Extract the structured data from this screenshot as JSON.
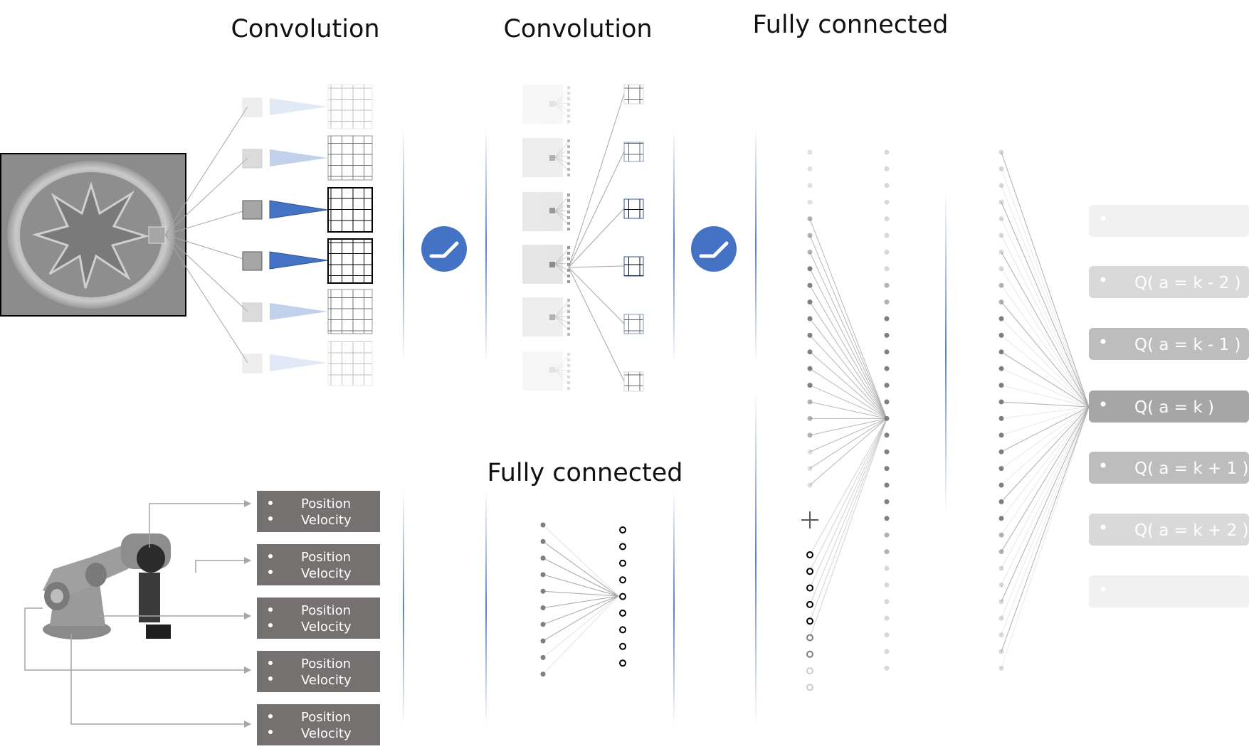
{
  "titles": {
    "conv1": "Convolution",
    "conv2": "Convolution",
    "fc_top": "Fully connected",
    "fc_bottom": "Fully connected"
  },
  "sensor_image": {
    "name": "weld-pool-grayscale-image"
  },
  "robot": {
    "name": "robot-arm-image"
  },
  "joint_states": [
    {
      "line1": "Position",
      "line2": "Velocity"
    },
    {
      "line1": "Position",
      "line2": "Velocity"
    },
    {
      "line1": "Position",
      "line2": "Velocity"
    },
    {
      "line1": "Position",
      "line2": "Velocity"
    },
    {
      "line1": "Position",
      "line2": "Velocity"
    }
  ],
  "activation_icon": "relu-icon",
  "merge_icon": "plus-icon",
  "outputs": [
    {
      "label": "",
      "shade": "#f1f1f1"
    },
    {
      "label": "Q( a = k - 2 )",
      "shade": "#d9d9d9"
    },
    {
      "label": "Q( a = k - 1 )",
      "shade": "#bdbdbd"
    },
    {
      "label": "Q( a = k )",
      "shade": "#a6a6a6"
    },
    {
      "label": "Q( a = k + 1 )",
      "shade": "#bdbdbd"
    },
    {
      "label": "Q( a = k + 2 )",
      "shade": "#d9d9d9"
    },
    {
      "label": "",
      "shade": "#f1f1f1"
    }
  ],
  "colors": {
    "accent_blue": "#4472c4",
    "node_dark": "#7f7f7f",
    "box_dark": "#767171",
    "line_gray": "#a6a6a6"
  }
}
